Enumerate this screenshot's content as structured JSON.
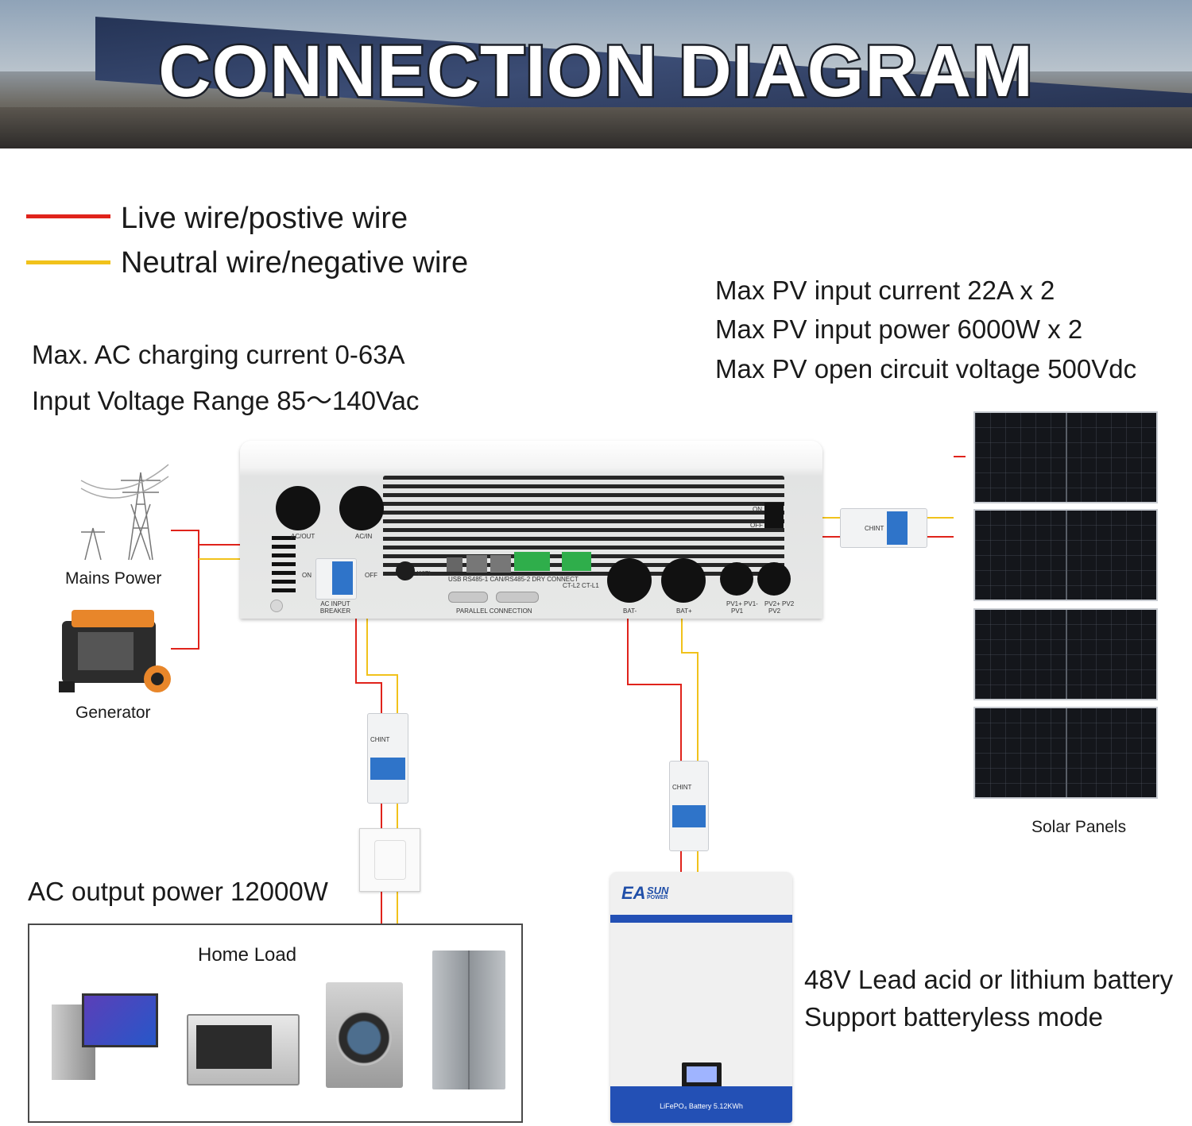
{
  "title": "CONNECTION DIAGRAM",
  "legend": [
    {
      "label": "Live wire/postive wire",
      "color": "#e0231b"
    },
    {
      "label": "Neutral wire/negative wire",
      "color": "#f1c21b"
    }
  ],
  "ac_specs": [
    "Max. AC charging current 0-63A",
    "Input Voltage Range 85～140Vac"
  ],
  "pv_specs": [
    "Max PV input current 22A x 2",
    "Max PV input power 6000W x 2",
    "Max PV open circuit voltage 500Vdc"
  ],
  "sources": {
    "mains": "Mains Power",
    "generator": "Generator"
  },
  "solar_label": "Solar Panels",
  "ac_output": "AC output power 12000W",
  "home_load": "Home Load",
  "battery_specs": [
    "48V Lead acid or lithium battery",
    "Support batteryless mode"
  ],
  "battery": {
    "brand_ea": "EA",
    "brand_sun": "SUN",
    "brand_power": "POWER",
    "label": "LiFePO₄ Battery 5.12KWh"
  },
  "inverter_labels": {
    "ac_out": "AC/OUT",
    "ac_in": "AC/IN",
    "on": "ON",
    "off": "OFF",
    "ac_input_breaker": "AC INPUT BREAKER",
    "wifi": "WIFI",
    "ports": "USB   RS485-1  CAN/RS485-2 DRY CONNECT",
    "ct": "CT-L2 CT-L1",
    "parallel": "PARALLEL CONNECTION",
    "bat_neg": "BAT-",
    "bat_pos": "BAT+",
    "pv1_terms": "PV1+  PV1-",
    "pv2_terms": "PV2+  PV2",
    "pv1": "PV1",
    "pv2": "PV2",
    "switch_on": "ON",
    "switch_off": "OFF"
  },
  "breaker_brand": "CHINT"
}
